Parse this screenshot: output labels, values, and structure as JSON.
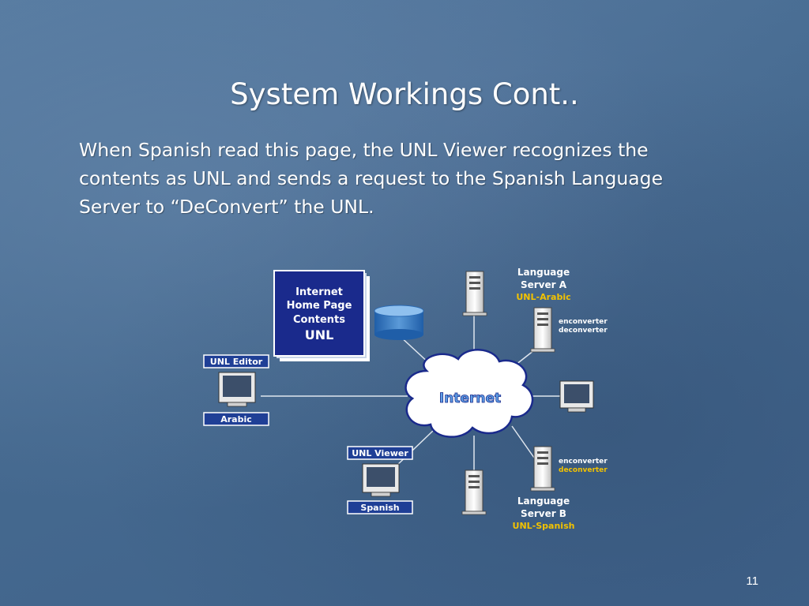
{
  "slide": {
    "title": "System Workings Cont..",
    "body": "When Spanish read this page, the UNL Viewer recognizes the contents as UNL and sends a request to the Spanish Language Server to “DeConvert” the UNL.",
    "page_number": "11"
  },
  "diagram": {
    "home_page_box": {
      "line1": "Internet",
      "line2": "Home Page",
      "line3": "Contents",
      "line4": "UNL"
    },
    "cloud_label": "Internet",
    "unl_editor": {
      "title": "UNL Editor",
      "language": "Arabic"
    },
    "unl_viewer": {
      "title": "UNL Viewer",
      "language": "Spanish"
    },
    "server_a": {
      "line1": "Language",
      "line2": "Server A",
      "tag": "UNL-Arabic",
      "enconverter": "enconverter",
      "deconverter": "deconverter"
    },
    "server_b": {
      "line1": "Language",
      "line2": "Server B",
      "tag": "UNL-Spanish",
      "enconverter": "enconverter",
      "deconverter": "deconverter"
    }
  }
}
